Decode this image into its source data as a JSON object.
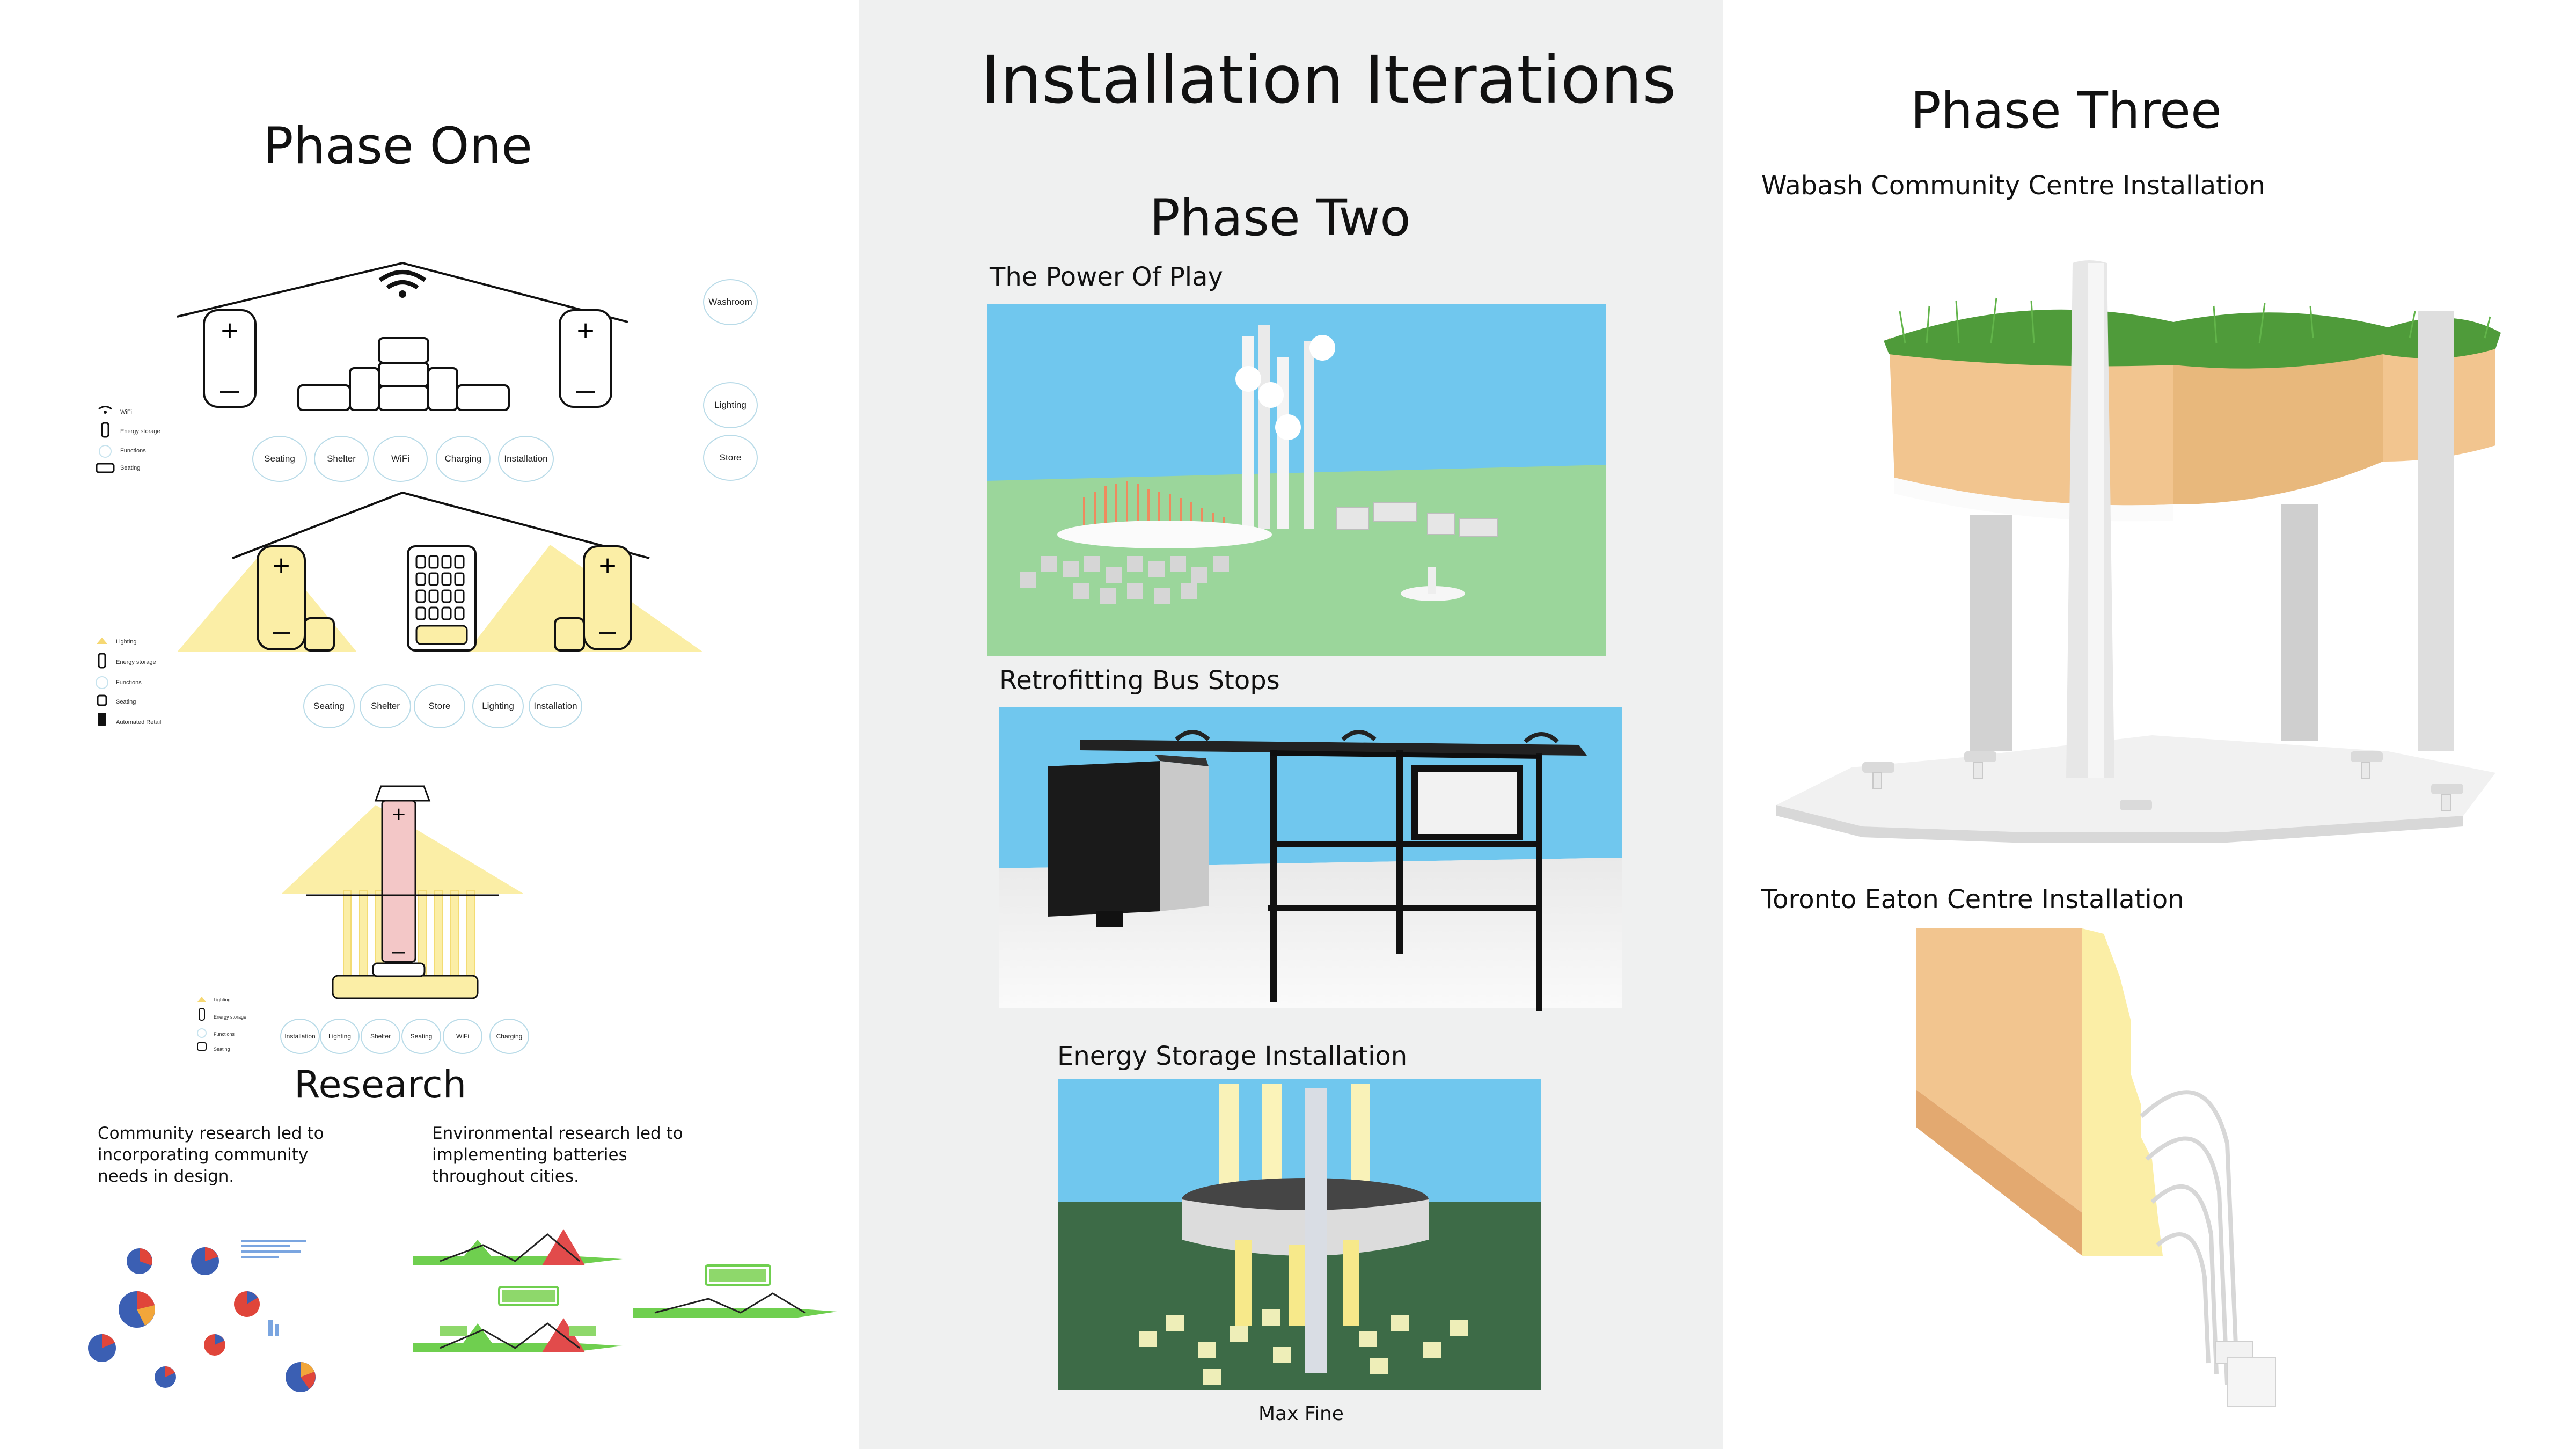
{
  "header": {
    "title": "Installation Iterations"
  },
  "phase_one": {
    "title": "Phase One",
    "diagram1": {
      "side_bubbles": [
        "Washroom",
        "Lighting",
        "Store"
      ],
      "bubbles": [
        "Seating",
        "Shelter",
        "WiFi",
        "Charging",
        "Installation"
      ],
      "legend": [
        "WiFi",
        "Energy storage",
        "Functions",
        "Seating"
      ]
    },
    "diagram2": {
      "bubbles": [
        "Seating",
        "Shelter",
        "Store",
        "Lighting",
        "Installation"
      ],
      "legend": [
        "Lighting",
        "Energy storage",
        "Functions",
        "Seating",
        "Automated Retail"
      ]
    },
    "diagram3": {
      "bubbles": [
        "Installation",
        "Lighting",
        "Shelter",
        "Seating",
        "WiFi",
        "Charging"
      ],
      "legend": [
        "Lighting",
        "Energy storage",
        "Functions",
        "Seating"
      ]
    },
    "research": {
      "title": "Research",
      "text_left": "Community research led to incorporating community needs in design.",
      "text_right": "Environmental research led to implementing batteries throughout cities."
    }
  },
  "phase_two": {
    "title": "Phase Two",
    "items": [
      {
        "caption": "The Power Of Play"
      },
      {
        "caption": "Retrofitting Bus Stops"
      },
      {
        "caption": "Energy Storage Installation"
      }
    ],
    "author": "Max Fine"
  },
  "phase_three": {
    "title": "Phase Three",
    "items": [
      {
        "caption": "Wabash Community Centre Installation"
      },
      {
        "caption": "Toronto Eaton Centre Installation"
      }
    ]
  },
  "colors": {
    "sky": "#70c7ee",
    "grass": "#9bd69b",
    "sand": "#f2c58f",
    "light_yellow": "#fbeea6",
    "outline": "#111111",
    "bubble_border": "#b9dbe8",
    "panel": "#eff0f0"
  }
}
